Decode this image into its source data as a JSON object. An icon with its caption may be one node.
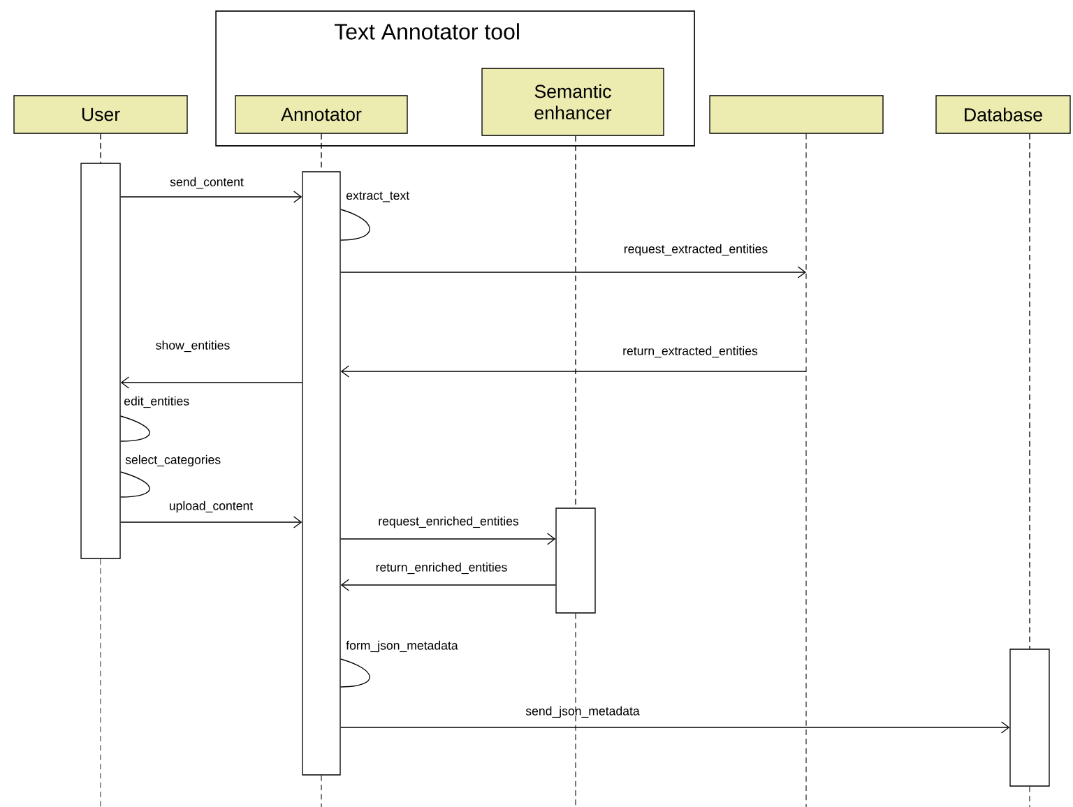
{
  "diagram": {
    "nodes": [
      {
        "text": [
          "Text Annotator tool"
        ]
      },
      {
        "text": [
          "User"
        ]
      },
      {
        "text": [
          "Annotator"
        ],
        "in": 0
      },
      {
        "text": [
          "Semantic enhancer"
        ],
        "in": 0
      },
      {
        "text": [],
        "shape": "box"
      },
      {
        "text": [
          "Database"
        ]
      },
      {
        "text": [],
        "shape": "bar"
      },
      {
        "text": [],
        "shape": "bar"
      },
      {
        "text": [],
        "shape": "bar"
      },
      {
        "text": [],
        "shape": "bar"
      }
    ],
    "edges": [
      {
        "from": 1,
        "to": 6,
        "arrow": "none",
        "style": "dashed"
      },
      {
        "from": 2,
        "to": 7,
        "arrow": "none",
        "style": "dashed"
      },
      {
        "from": 3,
        "to": 8,
        "arrow": "none",
        "style": "dashed"
      },
      {
        "from": 5,
        "to": 9,
        "arrow": "none",
        "style": "dashed"
      },
      {
        "from": 6,
        "to": 7,
        "arrow": "to",
        "label": "send_content"
      },
      {
        "from": 7,
        "to": 7,
        "arrow": "none",
        "label": "extract_text"
      },
      {
        "from": 7,
        "to": null,
        "arrow": "to",
        "label": "request_extracted_entities"
      },
      {
        "from": null,
        "to": 7,
        "arrow": "to",
        "label": "return_extracted_entities"
      },
      {
        "from": 7,
        "to": 6,
        "arrow": "to",
        "label": "show_entities"
      },
      {
        "from": 6,
        "to": 6,
        "arrow": "none",
        "label": "edit_entities"
      },
      {
        "from": 6,
        "to": 6,
        "arrow": "none",
        "label": "select_categories"
      },
      {
        "from": 6,
        "to": 7,
        "arrow": "to",
        "label": "upload_content"
      },
      {
        "from": 7,
        "to": 8,
        "arrow": "to",
        "label": "request_enriched_entities"
      },
      {
        "from": 8,
        "to": 7,
        "arrow": "to",
        "label": "return_enriched_entities"
      },
      {
        "from": 7,
        "to": 7,
        "arrow": "none",
        "label": "form_json_metadata"
      },
      {
        "from": 7,
        "to": 9,
        "arrow": "to",
        "label": "send_json_metadata"
      }
    ]
  }
}
